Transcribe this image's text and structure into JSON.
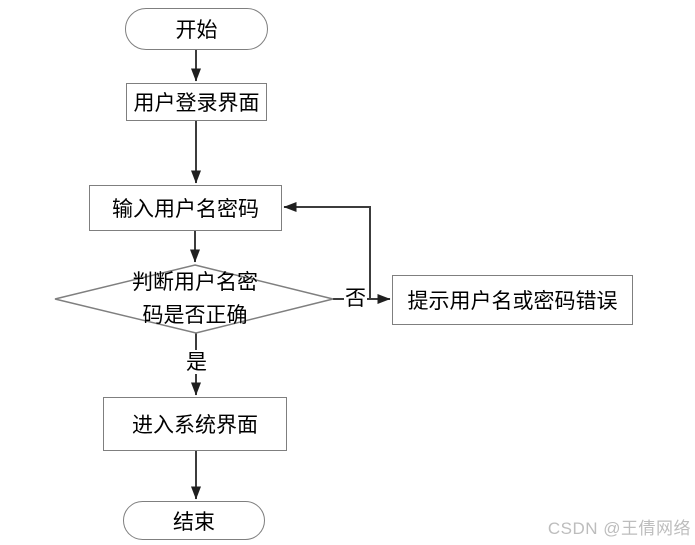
{
  "flowchart": {
    "nodes": {
      "start": {
        "type": "terminator",
        "label": "开始"
      },
      "login_ui": {
        "type": "process",
        "label": "用户登录界面"
      },
      "input_credentials": {
        "type": "process",
        "label": "输入用户名密码"
      },
      "check_credentials": {
        "type": "decision",
        "label": "判断用户名密码是否正确",
        "line1": "判断用户名密",
        "line2": "码是否正确"
      },
      "error_prompt": {
        "type": "process",
        "label": "提示用户名或密码错误"
      },
      "enter_system": {
        "type": "process",
        "label": "进入系统界面"
      },
      "end": {
        "type": "terminator",
        "label": "结束"
      }
    },
    "edges": [
      {
        "from": "start",
        "to": "login_ui"
      },
      {
        "from": "login_ui",
        "to": "input_credentials"
      },
      {
        "from": "input_credentials",
        "to": "check_credentials"
      },
      {
        "from": "check_credentials",
        "to": "error_prompt",
        "label": "否"
      },
      {
        "from": "error_prompt",
        "to": "input_credentials",
        "via": "feedback-loop"
      },
      {
        "from": "check_credentials",
        "to": "enter_system",
        "label": "是"
      },
      {
        "from": "enter_system",
        "to": "end"
      }
    ],
    "edge_labels": {
      "no": "否",
      "yes": "是"
    }
  },
  "watermark": {
    "text": "CSDN @王倩网络",
    "color": "#bdbdbd"
  },
  "colors": {
    "background": "#ffffff",
    "node_border": "#7f7f7f",
    "connector": "#3c3c3c",
    "arrowhead": "#1f1f1f",
    "text": "#000000"
  }
}
